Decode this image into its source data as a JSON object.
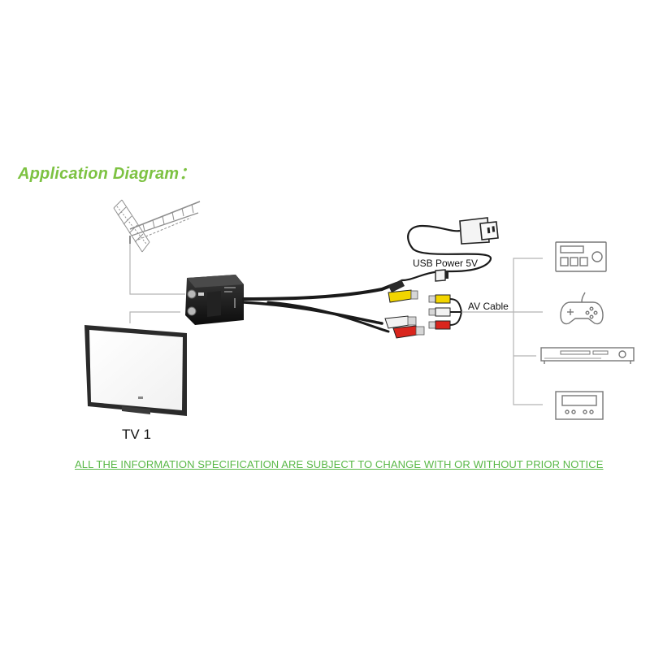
{
  "title": "Application Diagram：",
  "labels": {
    "usb_power": "USB Power 5V",
    "av_cable": "AV Cable",
    "tv": "TV 1"
  },
  "notice": "ALL THE INFORMATION SPECIFICATION ARE SUBJECT TO CHANGE WITH OR WITHOUT PRIOR NOTICE",
  "colors": {
    "title": "#7dc242",
    "notice": "#59b847",
    "connector_line": "#b5b5b5",
    "cable": "#1a1a1a",
    "rca_yellow": "#f2d500",
    "rca_white": "#f2f2f2",
    "rca_red": "#d9251d"
  },
  "devices": [
    {
      "icon": "antenna-icon"
    },
    {
      "icon": "tv-icon"
    },
    {
      "icon": "radio-receiver-icon"
    },
    {
      "icon": "game-controller-icon"
    },
    {
      "icon": "dvd-player-icon"
    },
    {
      "icon": "display-device-icon"
    }
  ]
}
